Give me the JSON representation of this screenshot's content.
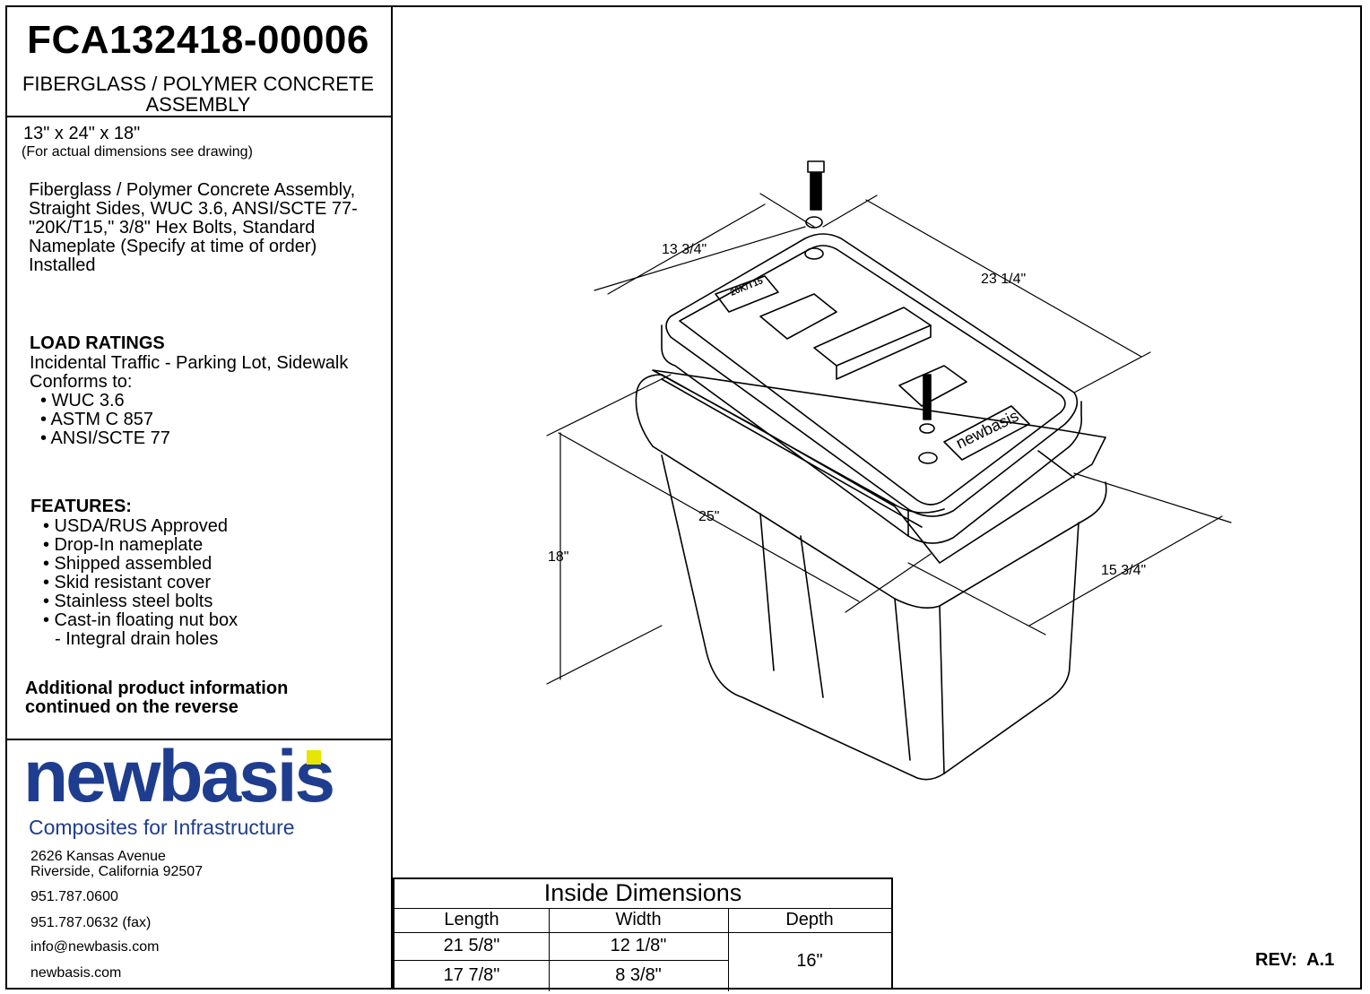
{
  "header": {
    "part_number": "FCA132418-00006",
    "product_title_line1": "FIBERGLASS / POLYMER CONCRETE",
    "product_title_line2": "ASSEMBLY"
  },
  "size": {
    "nominal": "13\" x 24\" x 18\"",
    "note": "(For actual dimensions see drawing)"
  },
  "description": [
    "Fiberglass / Polymer Concrete Assembly,",
    "Straight Sides, WUC 3.6, ANSI/SCTE 77-",
    "\"20K/T15,\" 3/8\" Hex Bolts, Standard",
    "Nameplate (Specify at time of order)",
    "Installed"
  ],
  "load_ratings": {
    "heading": "LOAD RATINGS",
    "traffic": "Incidental Traffic - Parking Lot, Sidewalk",
    "conforms": "Conforms to:",
    "standards": [
      "• WUC 3.6",
      "• ASTM C 857",
      "• ANSI/SCTE 77"
    ]
  },
  "features": {
    "heading": "FEATURES:",
    "items": [
      "• USDA/RUS Approved",
      "• Drop-In nameplate",
      "• Shipped assembled",
      "• Skid resistant cover",
      "• Stainless steel bolts",
      "• Cast-in floating nut box",
      "- Integral drain holes"
    ]
  },
  "additional": [
    "Additional product information",
    "continued on the reverse"
  ],
  "company": {
    "logo_text": "newbasis",
    "tagline": "Composites for Infrastructure",
    "address_line1": "2626 Kansas Avenue",
    "address_line2": "Riverside, California  92507",
    "phone": "951.787.0600",
    "fax": "951.787.0632 (fax)",
    "email": "info@newbasis.com",
    "website": "newbasis.com",
    "brand_blue": "#1f3d8f",
    "brand_yellow": "#e6e600"
  },
  "drawing": {
    "dim_lid_width": "13 3/4\"",
    "dim_lid_length": "23 1/4\"",
    "dim_body_length": "25\"",
    "dim_body_width": "15 3/4\"",
    "dim_height": "18\"",
    "lid_tag": "20K/T15",
    "lid_brand": "newbasis"
  },
  "inside_dimensions": {
    "title": "Inside Dimensions",
    "headers": [
      "Length",
      "Width",
      "Depth"
    ],
    "rows": [
      [
        "21 5/8\"",
        "12 1/8\""
      ],
      [
        "17 7/8\"",
        "8 3/8\""
      ]
    ],
    "depth": "16\""
  },
  "revision": {
    "label": "REV:",
    "value": "A.1"
  }
}
